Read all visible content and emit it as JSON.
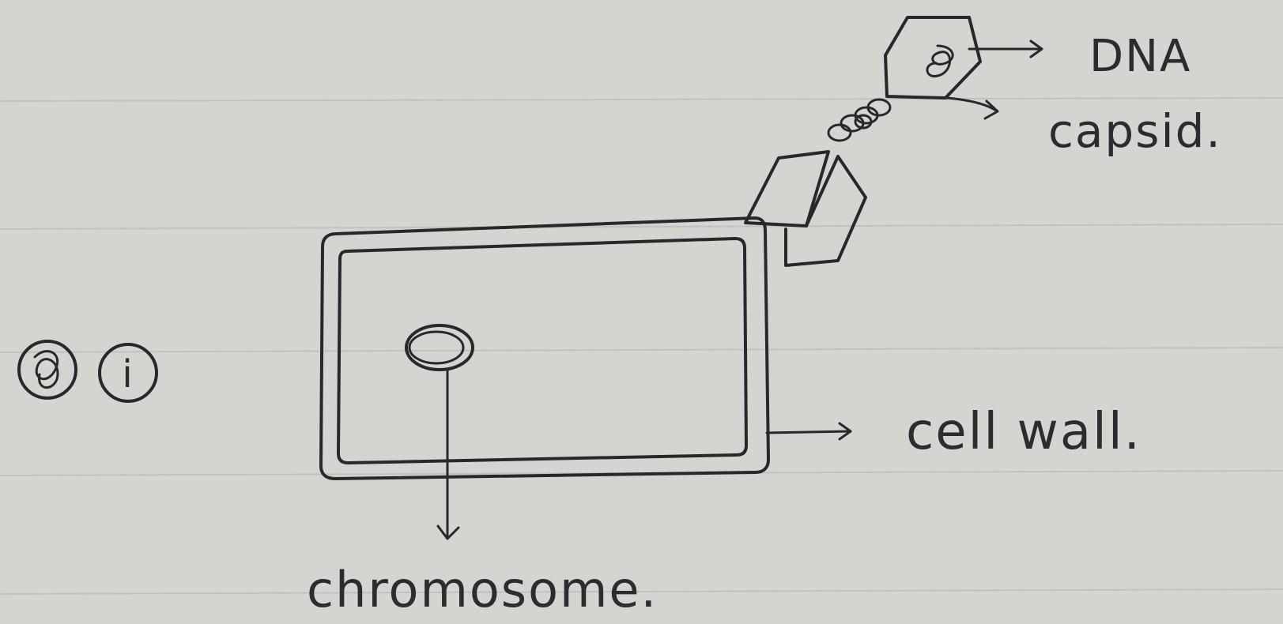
{
  "question_marker": {
    "part": "i"
  },
  "labels": {
    "dna": "DNA",
    "capsid": "capsid.",
    "cell_wall": "cell wall.",
    "chromosome": "chromosome."
  },
  "colors": {
    "paper": "#d4d4d0",
    "rule_lines": "#c1c2c0",
    "ink": "#26282c"
  }
}
